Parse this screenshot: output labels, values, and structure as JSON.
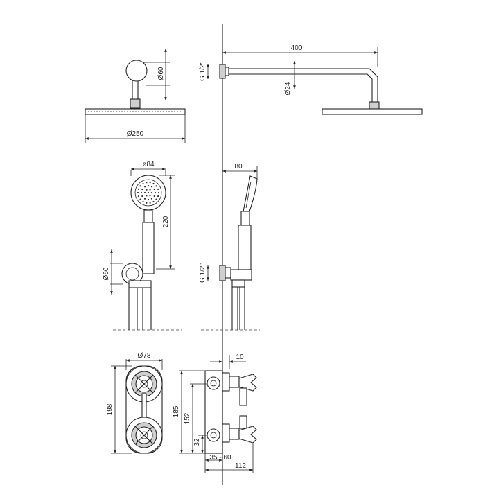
{
  "dimensions": {
    "head_depth": "Ø60",
    "head_diameter": "Ø250",
    "arm_length": "400",
    "arm_diameter": "Ø24",
    "thread_top": "G 1/2\"",
    "hand_head_diameter": "ø84",
    "hand_offset": "80",
    "hand_length": "220",
    "holder_diameter": "Ø60",
    "thread_mid": "G 1/2\"",
    "valve_diameter": "Ø78",
    "valve_depth": "10",
    "valve_total_height": "198",
    "side_height_185": "185",
    "side_height_152": "152",
    "side_height_32": "32",
    "side_range": "35 - 60",
    "side_width": "112"
  }
}
